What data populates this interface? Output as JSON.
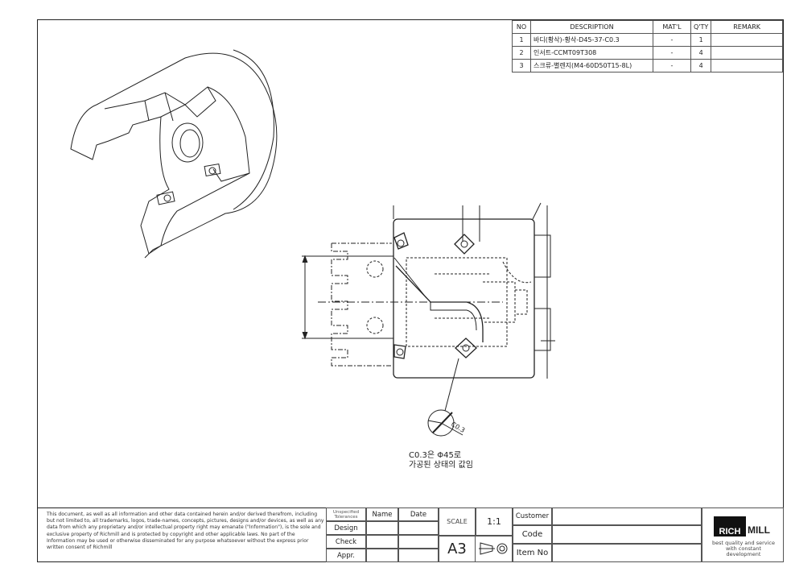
{
  "bom": {
    "headers": {
      "no": "NO",
      "description": "DESCRIPTION",
      "material": "MAT'L",
      "qty": "Q'TY",
      "remark": "REMARK"
    },
    "rows": [
      {
        "no": "1",
        "description": "바디(황삭)-황삭-D45-37-C0.3",
        "material": "-",
        "qty": "1",
        "remark": ""
      },
      {
        "no": "2",
        "description": "인서트-CCMT09T308",
        "material": "-",
        "qty": "4",
        "remark": ""
      },
      {
        "no": "3",
        "description": "스크류-별렌지(M4-60D50T15-8L)",
        "material": "-",
        "qty": "4",
        "remark": ""
      }
    ]
  },
  "annotation": {
    "chamfer_label": "C0.3",
    "note_line1": "C0.3은 Φ45로",
    "note_line2": "가공된 상태의 값임"
  },
  "title_block": {
    "disclaimer": "This document, as well as all information and other data contained herein and/or derived therefrom, including but not limited to, all trademarks, logos, trade-names, concepts, pictures, designs and/or devices, as well as any data from which any proprietary and/or intellectual property right may emanate (\"Information\"), is the sole and exclusive property of Richmill and is protected by copyright and other applicable laws. No part of the Information may be used or otherwise disseminated for any purpose whatsoever without the express prior written consent of Richmill",
    "tolerances_label": "Unspecified Tolerances",
    "name_label": "Name",
    "date_label": "Date",
    "design_label": "Design",
    "check_label": "Check",
    "appr_label": "Appr.",
    "scale_label": "SCALE",
    "scale_value": "1:1",
    "sheet_size": "A3",
    "projection_symbol": "first-angle-projection-icon",
    "customer_label": "Customer",
    "code_label": "Code",
    "item_no_label": "Item No",
    "customer_value": "",
    "code_value": "",
    "item_no_value": ""
  },
  "logo": {
    "brand_left": "RICH",
    "brand_right": "MILL",
    "tagline": "best quality and service with constant development"
  }
}
